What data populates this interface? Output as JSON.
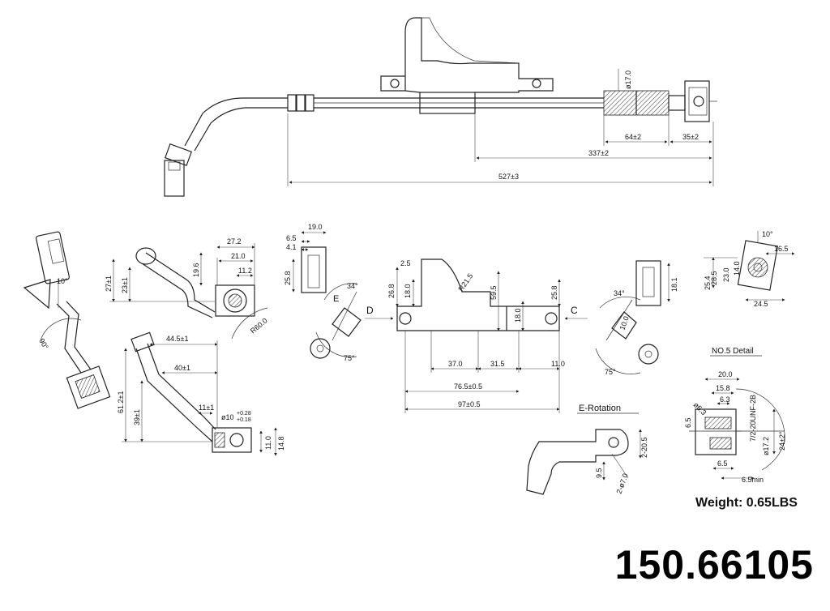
{
  "dimensions": {
    "overall_length": "527±3",
    "fitting_length": "337±2",
    "sleeve_length": "64±2",
    "end_length": "35±2",
    "sleeve_diameter": "ø17.0",
    "b_27": "27±1",
    "b_23": "23±1",
    "b_19_6": "19.6",
    "b_27_2": "27.2",
    "b_21_0": "21.0",
    "b_11_2": "11.2",
    "b_10deg": "10°",
    "b_90deg": "90°",
    "b_r60": "R60.0",
    "c_19_0": "19.0",
    "c_6_5": "6.5",
    "c_4_1": "4.1",
    "c_25_8": "25.8",
    "c_34": "34°",
    "c_75": "75°",
    "c_E": "E",
    "d_2_5": "2.5",
    "d_26_8": "26.8",
    "d_18_0a": "18.0",
    "d_r21_5": "R21.5",
    "d_59_5": "59.5",
    "d_25_8": "25.8",
    "d_18_0b": "18.0",
    "d_D": "D",
    "d_C": "C",
    "d_37_0": "37.0",
    "d_31_5": "31.5",
    "d_11_0": "11.0",
    "d_76_5": "76.5±0.5",
    "d_97": "97±0.5",
    "e_34": "34°",
    "e_18_1": "18.1",
    "e_10_0": "10.0",
    "e_75": "75°",
    "f_10": "10°",
    "f_16_5": "16.5",
    "f_28_5": "28.5",
    "f_23_0": "23.0",
    "f_14_0": "14.0",
    "f_25_4": "25.4",
    "f_24_5": "24.5",
    "g_44_5": "44.5±1",
    "g_40": "40±1",
    "g_61_2": "61.2±1",
    "g_39": "39±1",
    "g_11": "11±1",
    "g_phi10": "ø10",
    "g_tol_up": "+0.28",
    "g_tol_dn": "+0.18",
    "g_11_0": "11.0",
    "g_14_8": "14.8",
    "erot_title": "E-Rotation",
    "erot_2_20_5": "2-20.5",
    "erot_9_5": "9.5",
    "erot_2_phi7": "2-ø7.0",
    "n5_title": "NO.5 Detail",
    "n5_20_0": "20.0",
    "n5_15_8": "15.8",
    "n5_6_3a": "6.3",
    "n5_6_3b": "ø6.3",
    "n5_thread": "7/2-20UNF-2B",
    "n5_6_5a": "6.5",
    "n5_17_2": "ø17.2",
    "n5_24": "24±2°",
    "n5_6_5b": "6.5",
    "n5_6_5min": "6.5min"
  },
  "weight": "Weight: 0.65LBS",
  "part_number": "150.66105"
}
